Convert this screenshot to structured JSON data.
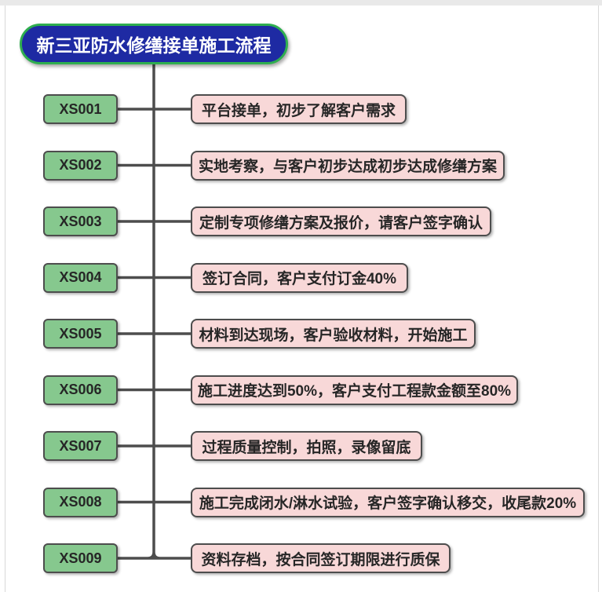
{
  "title": "新三亚防水修缮接单施工流程",
  "colors": {
    "title_fill": "#1e2aa3",
    "title_border": "#2fae4f",
    "title_text": "#ffffff",
    "code_fill": "#86c88e",
    "desc_fill": "#f8d8d8",
    "node_border": "#4d4d4d",
    "line": "#4d4d4d",
    "text": "#262626"
  },
  "steps": [
    {
      "code": "XS001",
      "label": "平台接单，初步了解客户需求"
    },
    {
      "code": "XS002",
      "label": "实地考察，与客户初步达成初步达成修缮方案"
    },
    {
      "code": "XS003",
      "label": "定制专项修缮方案及报价，请客户签字确认"
    },
    {
      "code": "XS004",
      "label": "签订合同，客户支付订金40%"
    },
    {
      "code": "XS005",
      "label": "材料到达现场，客户验收材料，开始施工"
    },
    {
      "code": "XS006",
      "label": "施工进度达到50%，客户支付工程款金额至80%"
    },
    {
      "code": "XS007",
      "label": "过程质量控制，拍照，录像留底"
    },
    {
      "code": "XS008",
      "label": "施工完成闭水/淋水试验，客户签字确认移交，收尾款20%"
    },
    {
      "code": "XS009",
      "label": "资料存档，按合同签订期限进行质保"
    }
  ]
}
